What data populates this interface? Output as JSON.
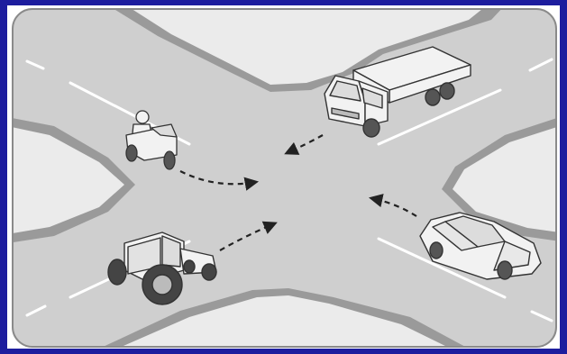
{
  "scene": {
    "type": "road-intersection-illustration",
    "colors": {
      "background_border": "#1d1d9e",
      "road": "#cfcfcf",
      "block": "#ebebeb",
      "curb": "#9a9a9a",
      "lane_marking": "#ffffff",
      "vehicle_fill": "#f2f2f2",
      "vehicle_stroke": "#333333",
      "arrow": "#222222"
    },
    "vehicles": [
      {
        "name": "truck",
        "icon": "truck-icon"
      },
      {
        "name": "motorcycle",
        "icon": "motorcycle-icon"
      },
      {
        "name": "tractor",
        "icon": "tractor-icon"
      },
      {
        "name": "car",
        "icon": "car-icon"
      }
    ],
    "arrows": [
      {
        "from": "truck",
        "style": "dashed"
      },
      {
        "from": "motorcycle",
        "style": "dashed"
      },
      {
        "from": "tractor",
        "style": "dashed"
      },
      {
        "from": "car",
        "style": "dashed"
      }
    ]
  }
}
